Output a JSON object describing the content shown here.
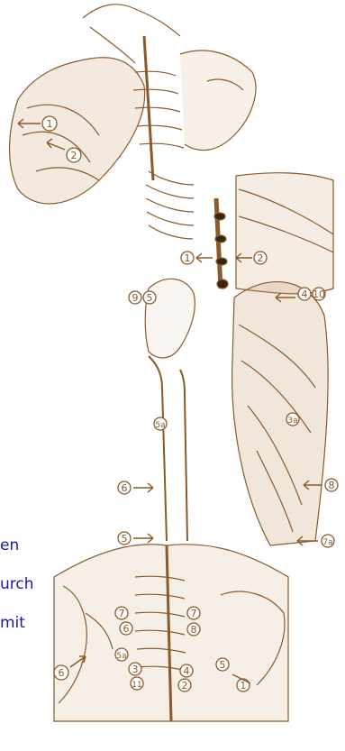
{
  "side_text": [
    "en",
    "urch",
    "mit"
  ],
  "markers": {
    "top_shoulder": [
      "1",
      "2"
    ],
    "spine": [
      "1",
      "2"
    ],
    "pelvis_left": [
      "9",
      "5"
    ],
    "pelvis_right": [
      "4",
      "10"
    ],
    "femur": "5a",
    "thigh_muscle": "3a",
    "leg_right_upper": "8",
    "leg_right_lower": "7a",
    "leg_left_upper": "6",
    "leg_left_lower": "5",
    "back_bottom": [
      "7",
      "6",
      "5a",
      "3",
      "11",
      "6",
      "7",
      "8",
      "4",
      "2",
      "5",
      "1"
    ]
  },
  "colors": {
    "ink": "#8a5a2b",
    "fill": "#c99a6a",
    "text": "#1a1aa8"
  }
}
